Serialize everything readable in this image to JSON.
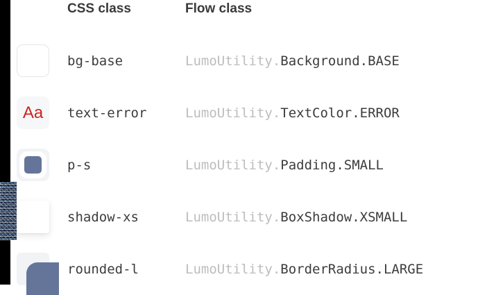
{
  "table": {
    "columns": [
      {
        "key": "swatch",
        "label": ""
      },
      {
        "key": "css",
        "label": "CSS class"
      },
      {
        "key": "flow",
        "label": "Flow class"
      }
    ],
    "rows": [
      {
        "swatch": "bg-base-swatch",
        "css": "bg-base",
        "flow_prefix": "LumoUtility.",
        "flow_main": "Background.BASE",
        "flow_full": "LumoUtility.Background.BASE"
      },
      {
        "swatch": "text-error-swatch",
        "swatch_text": "Aa",
        "css": "text-error",
        "flow_prefix": "LumoUtility.",
        "flow_main": "TextColor.ERROR",
        "flow_full": "LumoUtility.TextColor.ERROR"
      },
      {
        "swatch": "padding-small-swatch",
        "css": "p-s",
        "flow_prefix": "LumoUtility.",
        "flow_main": "Padding.SMALL",
        "flow_full": "LumoUtility.Padding.SMALL"
      },
      {
        "swatch": "box-shadow-xsmall-swatch",
        "css": "shadow-xs",
        "flow_prefix": "LumoUtility.",
        "flow_main": "BoxShadow.XSMALL",
        "flow_full": "LumoUtility.BoxShadow.XSMALL"
      },
      {
        "swatch": "border-radius-large-swatch",
        "css": "rounded-l",
        "flow_prefix": "LumoUtility.",
        "flow_main": "BorderRadius.LARGE",
        "flow_full": "LumoUtility.BorderRadius.LARGE"
      }
    ]
  },
  "colors": {
    "page_background": "#ffffff",
    "gutter": "#000000",
    "text_primary": "#3c3c3c",
    "text_muted": "#bdbdbd",
    "error": "#cc2222",
    "swatch_accent": "#65759a",
    "swatch_tile": "#f1f3f5"
  }
}
